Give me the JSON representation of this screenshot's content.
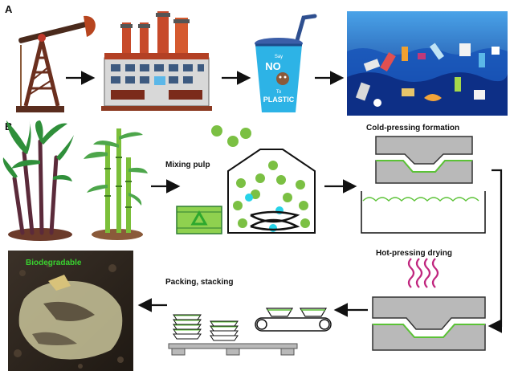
{
  "panels": [
    {
      "letter": "A"
    },
    {
      "letter": "B"
    }
  ],
  "cup": {
    "line1": "Say",
    "line2": "NO",
    "line3": "To",
    "line4": "PLASTIC"
  },
  "steps": {
    "mixing": "Mixing pulp",
    "cold": "Cold-pressing formation",
    "hot": "Hot-pressing drying",
    "packing": "Packing, stacking"
  },
  "photo": {
    "caption": "Biodegradable",
    "caption_color": "#39d12f"
  },
  "colors": {
    "arrow": "#111111",
    "recycle_green": "#2ea82e",
    "pulp_green": "#7bc043",
    "pulp_cyan": "#27d3e8",
    "ocean_blue": "#1d5fc9",
    "mold_gray": "#b9b9b9",
    "steam_magenta": "#c0257e"
  },
  "icons": [
    "oil-pumpjack-icon",
    "factory-icon",
    "plastic-cup-icon",
    "ocean-plastic-icon",
    "sugarcane-icon",
    "bamboo-icon",
    "recycle-icon",
    "mixing-tank-icon",
    "press-mold-icon",
    "water-basin-icon",
    "steam-icon",
    "conveyor-icon",
    "stacked-bowls-icon",
    "pallet-icon"
  ]
}
